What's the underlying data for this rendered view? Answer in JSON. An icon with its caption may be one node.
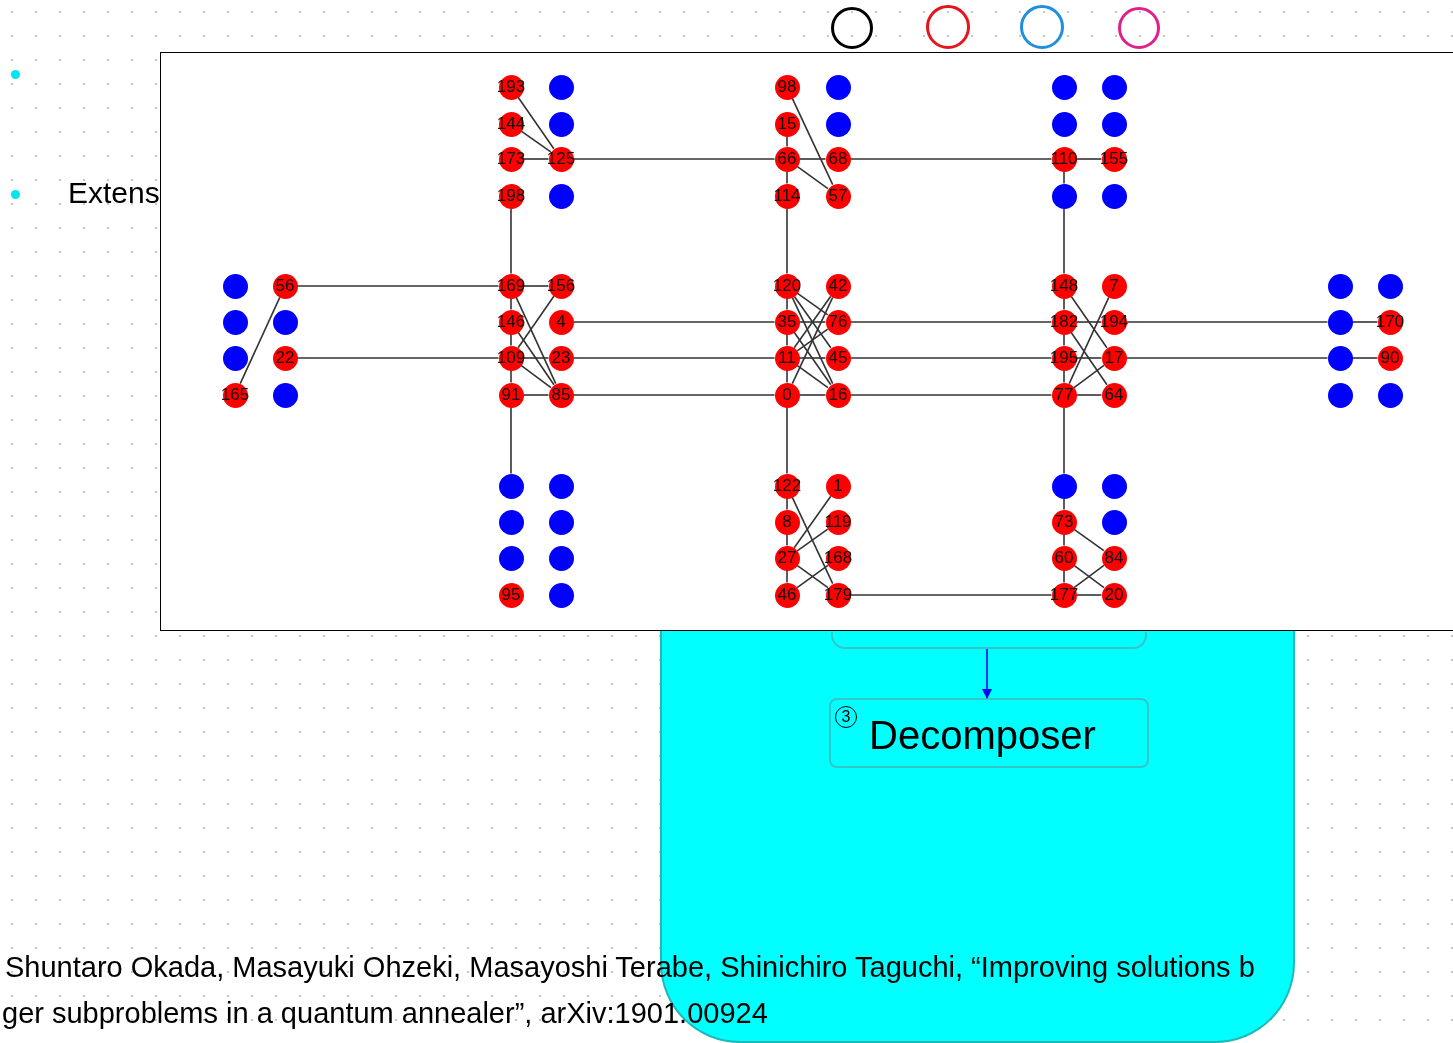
{
  "diagram": {
    "nodes": [
      {
        "text": [],
        "shape": "circle"
      },
      {
        "text": [],
        "shape": "circle"
      },
      {
        "text": [],
        "shape": "circle"
      },
      {
        "text": [],
        "shape": "circle"
      },
      {
        "text": [
          "193"
        ]
      },
      {
        "text": [],
        "shape": "circle"
      },
      {
        "text": [
          "98"
        ]
      },
      {
        "text": [],
        "shape": "circle"
      },
      {
        "text": [],
        "shape": "circle"
      },
      {
        "text": [],
        "shape": "circle"
      },
      {
        "text": [
          "144"
        ]
      },
      {
        "text": [],
        "shape": "circle"
      },
      {
        "text": [
          "15"
        ]
      },
      {
        "text": [],
        "shape": "circle"
      },
      {
        "text": [],
        "shape": "circle"
      },
      {
        "text": [],
        "shape": "circle"
      },
      {
        "text": [
          "173"
        ]
      },
      {
        "text": [
          "125"
        ]
      },
      {
        "text": [
          "66"
        ]
      },
      {
        "text": [
          "68"
        ]
      },
      {
        "text": [
          "110"
        ]
      },
      {
        "text": [
          "155"
        ]
      },
      {
        "text": [
          "198"
        ]
      },
      {
        "text": [],
        "shape": "circle"
      },
      {
        "text": [
          "114"
        ]
      },
      {
        "text": [
          "57"
        ]
      },
      {
        "text": [],
        "shape": "circle"
      },
      {
        "text": [],
        "shape": "circle"
      },
      {
        "text": [],
        "shape": "circle"
      },
      {
        "text": [
          "56"
        ]
      },
      {
        "text": [
          "169"
        ]
      },
      {
        "text": [
          "156"
        ]
      },
      {
        "text": [
          "120"
        ]
      },
      {
        "text": [
          "42"
        ]
      },
      {
        "text": [
          "148"
        ]
      },
      {
        "text": [
          "7"
        ]
      },
      {
        "text": [],
        "shape": "circle"
      },
      {
        "text": [],
        "shape": "circle"
      },
      {
        "text": [],
        "shape": "circle"
      },
      {
        "text": [],
        "shape": "circle"
      },
      {
        "text": [
          "146"
        ]
      },
      {
        "text": [
          "4"
        ]
      },
      {
        "text": [
          "35"
        ]
      },
      {
        "text": [
          "76"
        ]
      },
      {
        "text": [
          "182"
        ]
      },
      {
        "text": [
          "194"
        ]
      },
      {
        "text": [],
        "shape": "circle"
      },
      {
        "text": [
          "170"
        ]
      },
      {
        "text": [],
        "shape": "circle"
      },
      {
        "text": [
          "22"
        ]
      },
      {
        "text": [
          "109"
        ]
      },
      {
        "text": [
          "23"
        ]
      },
      {
        "text": [
          "11"
        ]
      },
      {
        "text": [
          "45"
        ]
      },
      {
        "text": [
          "195"
        ]
      },
      {
        "text": [
          "17"
        ]
      },
      {
        "text": [],
        "shape": "circle"
      },
      {
        "text": [
          "90"
        ]
      },
      {
        "text": [
          "165"
        ]
      },
      {
        "text": [],
        "shape": "circle"
      },
      {
        "text": [
          "91"
        ]
      },
      {
        "text": [
          "85"
        ]
      },
      {
        "text": [
          "0"
        ]
      },
      {
        "text": [
          "16"
        ]
      },
      {
        "text": [
          "77"
        ]
      },
      {
        "text": [
          "64"
        ]
      },
      {
        "text": [],
        "shape": "circle"
      },
      {
        "text": [],
        "shape": "circle"
      },
      {
        "text": [],
        "shape": "circle"
      },
      {
        "text": [],
        "shape": "circle"
      },
      {
        "text": [
          "122"
        ]
      },
      {
        "text": [
          "1"
        ]
      },
      {
        "text": [],
        "shape": "circle"
      },
      {
        "text": [],
        "shape": "circle"
      },
      {
        "text": [],
        "shape": "circle"
      },
      {
        "text": [],
        "shape": "circle"
      },
      {
        "text": [
          "8"
        ]
      },
      {
        "text": [
          "119"
        ]
      },
      {
        "text": [
          "73"
        ]
      },
      {
        "text": [],
        "shape": "circle"
      },
      {
        "text": [],
        "shape": "circle"
      },
      {
        "text": [],
        "shape": "circle"
      },
      {
        "text": [
          "27"
        ]
      },
      {
        "text": [
          "168"
        ]
      },
      {
        "text": [
          "60"
        ]
      },
      {
        "text": [
          "84"
        ]
      },
      {
        "text": [
          "95"
        ]
      },
      {
        "text": [],
        "shape": "circle"
      },
      {
        "text": [
          "46"
        ]
      },
      {
        "text": [
          "179"
        ]
      },
      {
        "text": [
          "177"
        ]
      },
      {
        "text": [
          "20"
        ]
      },
      {
        "text": [],
        "shape": "box"
      },
      {
        "text": [],
        "shape": "box",
        "in": 92
      },
      {
        "text": [
          "3",
          "Decomposer"
        ],
        "in": 92
      }
    ],
    "edges": [
      {
        "from": 16,
        "to": 17,
        "arrow": "none"
      },
      {
        "from": 17,
        "to": 18,
        "arrow": "none"
      },
      {
        "from": 18,
        "to": 19,
        "arrow": "none"
      },
      {
        "from": 19,
        "to": 20,
        "arrow": "none"
      },
      {
        "from": 20,
        "to": 21,
        "arrow": "none"
      },
      {
        "from": 4,
        "to": 17,
        "arrow": "none"
      },
      {
        "from": 10,
        "to": 17,
        "arrow": "none"
      },
      {
        "from": 6,
        "to": 25,
        "arrow": "none"
      },
      {
        "from": 18,
        "to": 25,
        "arrow": "none"
      },
      {
        "from": 12,
        "to": 18,
        "arrow": "none"
      },
      {
        "from": 18,
        "to": 24,
        "arrow": "none"
      },
      {
        "from": 24,
        "to": 32,
        "arrow": "none"
      },
      {
        "from": 22,
        "to": 30,
        "arrow": "none"
      },
      {
        "from": 20,
        "to": 26,
        "arrow": "none"
      },
      {
        "from": 26,
        "to": 34,
        "arrow": "none"
      },
      {
        "from": 29,
        "to": 58,
        "arrow": "none"
      },
      {
        "from": 29,
        "to": 30,
        "arrow": "none"
      },
      {
        "from": 30,
        "to": 31,
        "arrow": "none"
      },
      {
        "from": 30,
        "to": 40,
        "arrow": "none"
      },
      {
        "from": 40,
        "to": 50,
        "arrow": "none"
      },
      {
        "from": 50,
        "to": 60,
        "arrow": "none"
      },
      {
        "from": 60,
        "to": 68,
        "arrow": "none"
      },
      {
        "from": 30,
        "to": 61,
        "arrow": "none"
      },
      {
        "from": 40,
        "to": 61,
        "arrow": "none"
      },
      {
        "from": 50,
        "to": 61,
        "arrow": "none"
      },
      {
        "from": 50,
        "to": 31,
        "arrow": "none"
      },
      {
        "from": 41,
        "to": 42,
        "arrow": "none"
      },
      {
        "from": 42,
        "to": 43,
        "arrow": "none"
      },
      {
        "from": 43,
        "to": 44,
        "arrow": "none"
      },
      {
        "from": 44,
        "to": 45,
        "arrow": "none"
      },
      {
        "from": 45,
        "to": 46,
        "arrow": "none"
      },
      {
        "from": 46,
        "to": 47,
        "arrow": "none"
      },
      {
        "from": 49,
        "to": 50,
        "arrow": "none"
      },
      {
        "from": 50,
        "to": 51,
        "arrow": "none"
      },
      {
        "from": 51,
        "to": 52,
        "arrow": "none"
      },
      {
        "from": 52,
        "to": 53,
        "arrow": "none"
      },
      {
        "from": 53,
        "to": 54,
        "arrow": "none"
      },
      {
        "from": 54,
        "to": 55,
        "arrow": "none"
      },
      {
        "from": 55,
        "to": 56,
        "arrow": "none"
      },
      {
        "from": 56,
        "to": 57,
        "arrow": "none"
      },
      {
        "from": 60,
        "to": 61,
        "arrow": "none"
      },
      {
        "from": 61,
        "to": 62,
        "arrow": "none"
      },
      {
        "from": 62,
        "to": 63,
        "arrow": "none"
      },
      {
        "from": 63,
        "to": 64,
        "arrow": "none"
      },
      {
        "from": 64,
        "to": 65,
        "arrow": "none"
      },
      {
        "from": 32,
        "to": 42,
        "arrow": "none"
      },
      {
        "from": 42,
        "to": 52,
        "arrow": "none"
      },
      {
        "from": 52,
        "to": 62,
        "arrow": "none"
      },
      {
        "from": 62,
        "to": 70,
        "arrow": "none"
      },
      {
        "from": 70,
        "to": 76,
        "arrow": "none"
      },
      {
        "from": 76,
        "to": 82,
        "arrow": "none"
      },
      {
        "from": 82,
        "to": 88,
        "arrow": "none"
      },
      {
        "from": 32,
        "to": 43,
        "arrow": "none"
      },
      {
        "from": 32,
        "to": 53,
        "arrow": "none"
      },
      {
        "from": 32,
        "to": 63,
        "arrow": "none"
      },
      {
        "from": 33,
        "to": 52,
        "arrow": "none"
      },
      {
        "from": 33,
        "to": 62,
        "arrow": "none"
      },
      {
        "from": 42,
        "to": 63,
        "arrow": "none"
      },
      {
        "from": 52,
        "to": 43,
        "arrow": "none"
      },
      {
        "from": 52,
        "to": 63,
        "arrow": "none"
      },
      {
        "from": 34,
        "to": 44,
        "arrow": "none"
      },
      {
        "from": 44,
        "to": 54,
        "arrow": "none"
      },
      {
        "from": 54,
        "to": 64,
        "arrow": "none"
      },
      {
        "from": 64,
        "to": 72,
        "arrow": "none"
      },
      {
        "from": 72,
        "to": 78,
        "arrow": "none"
      },
      {
        "from": 78,
        "to": 84,
        "arrow": "none"
      },
      {
        "from": 84,
        "to": 90,
        "arrow": "none"
      },
      {
        "from": 34,
        "to": 55,
        "arrow": "none"
      },
      {
        "from": 44,
        "to": 65,
        "arrow": "none"
      },
      {
        "from": 35,
        "to": 64,
        "arrow": "none"
      },
      {
        "from": 64,
        "to": 55,
        "arrow": "none"
      },
      {
        "from": 70,
        "to": 89,
        "arrow": "none"
      },
      {
        "from": 71,
        "to": 82,
        "arrow": "none"
      },
      {
        "from": 77,
        "to": 82,
        "arrow": "none"
      },
      {
        "from": 83,
        "to": 88,
        "arrow": "none"
      },
      {
        "from": 82,
        "to": 89,
        "arrow": "none"
      },
      {
        "from": 78,
        "to": 85,
        "arrow": "none"
      },
      {
        "from": 84,
        "to": 91,
        "arrow": "none"
      },
      {
        "from": 85,
        "to": 90,
        "arrow": "none"
      },
      {
        "from": 89,
        "to": 90,
        "arrow": "none"
      },
      {
        "from": 90,
        "to": 91,
        "arrow": "none"
      },
      {
        "from": 93,
        "to": 94,
        "arrow": "to",
        "color": "#0000ff"
      }
    ],
    "labels": [
      "Extens",
      "Shuntaro Okada, Masayuki Ohzeki, Masayoshi Terabe, Shinichiro Taguchi, “Improving solutions b",
      "ger subproblems in a quantum annealer”, arXiv:1901.00924"
    ]
  }
}
